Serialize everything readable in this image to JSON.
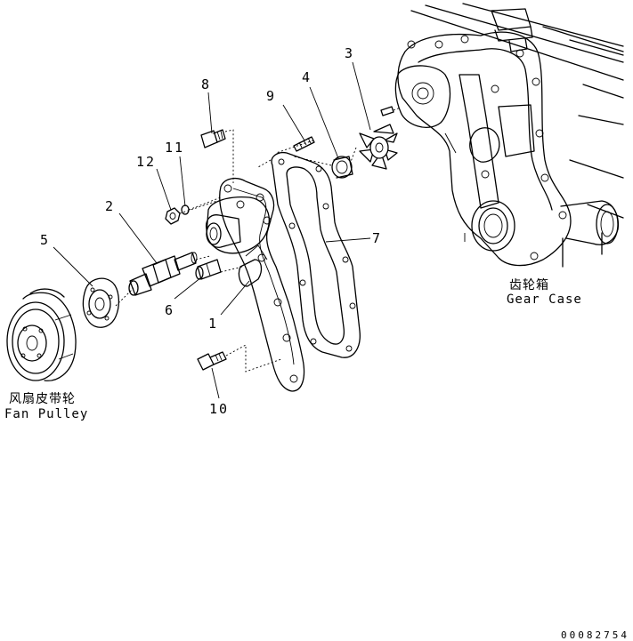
{
  "part_numbers": [
    "8",
    "9",
    "4",
    "3",
    "11",
    "12",
    "2",
    "5",
    "6",
    "1",
    "7",
    "10"
  ],
  "captions": {
    "gear_case_cn": "齿轮箱",
    "gear_case_en": "Gear Case",
    "fan_pulley_cn": "风扇皮带轮",
    "fan_pulley_en": "Fan Pulley"
  },
  "drawing_code": "00082754"
}
